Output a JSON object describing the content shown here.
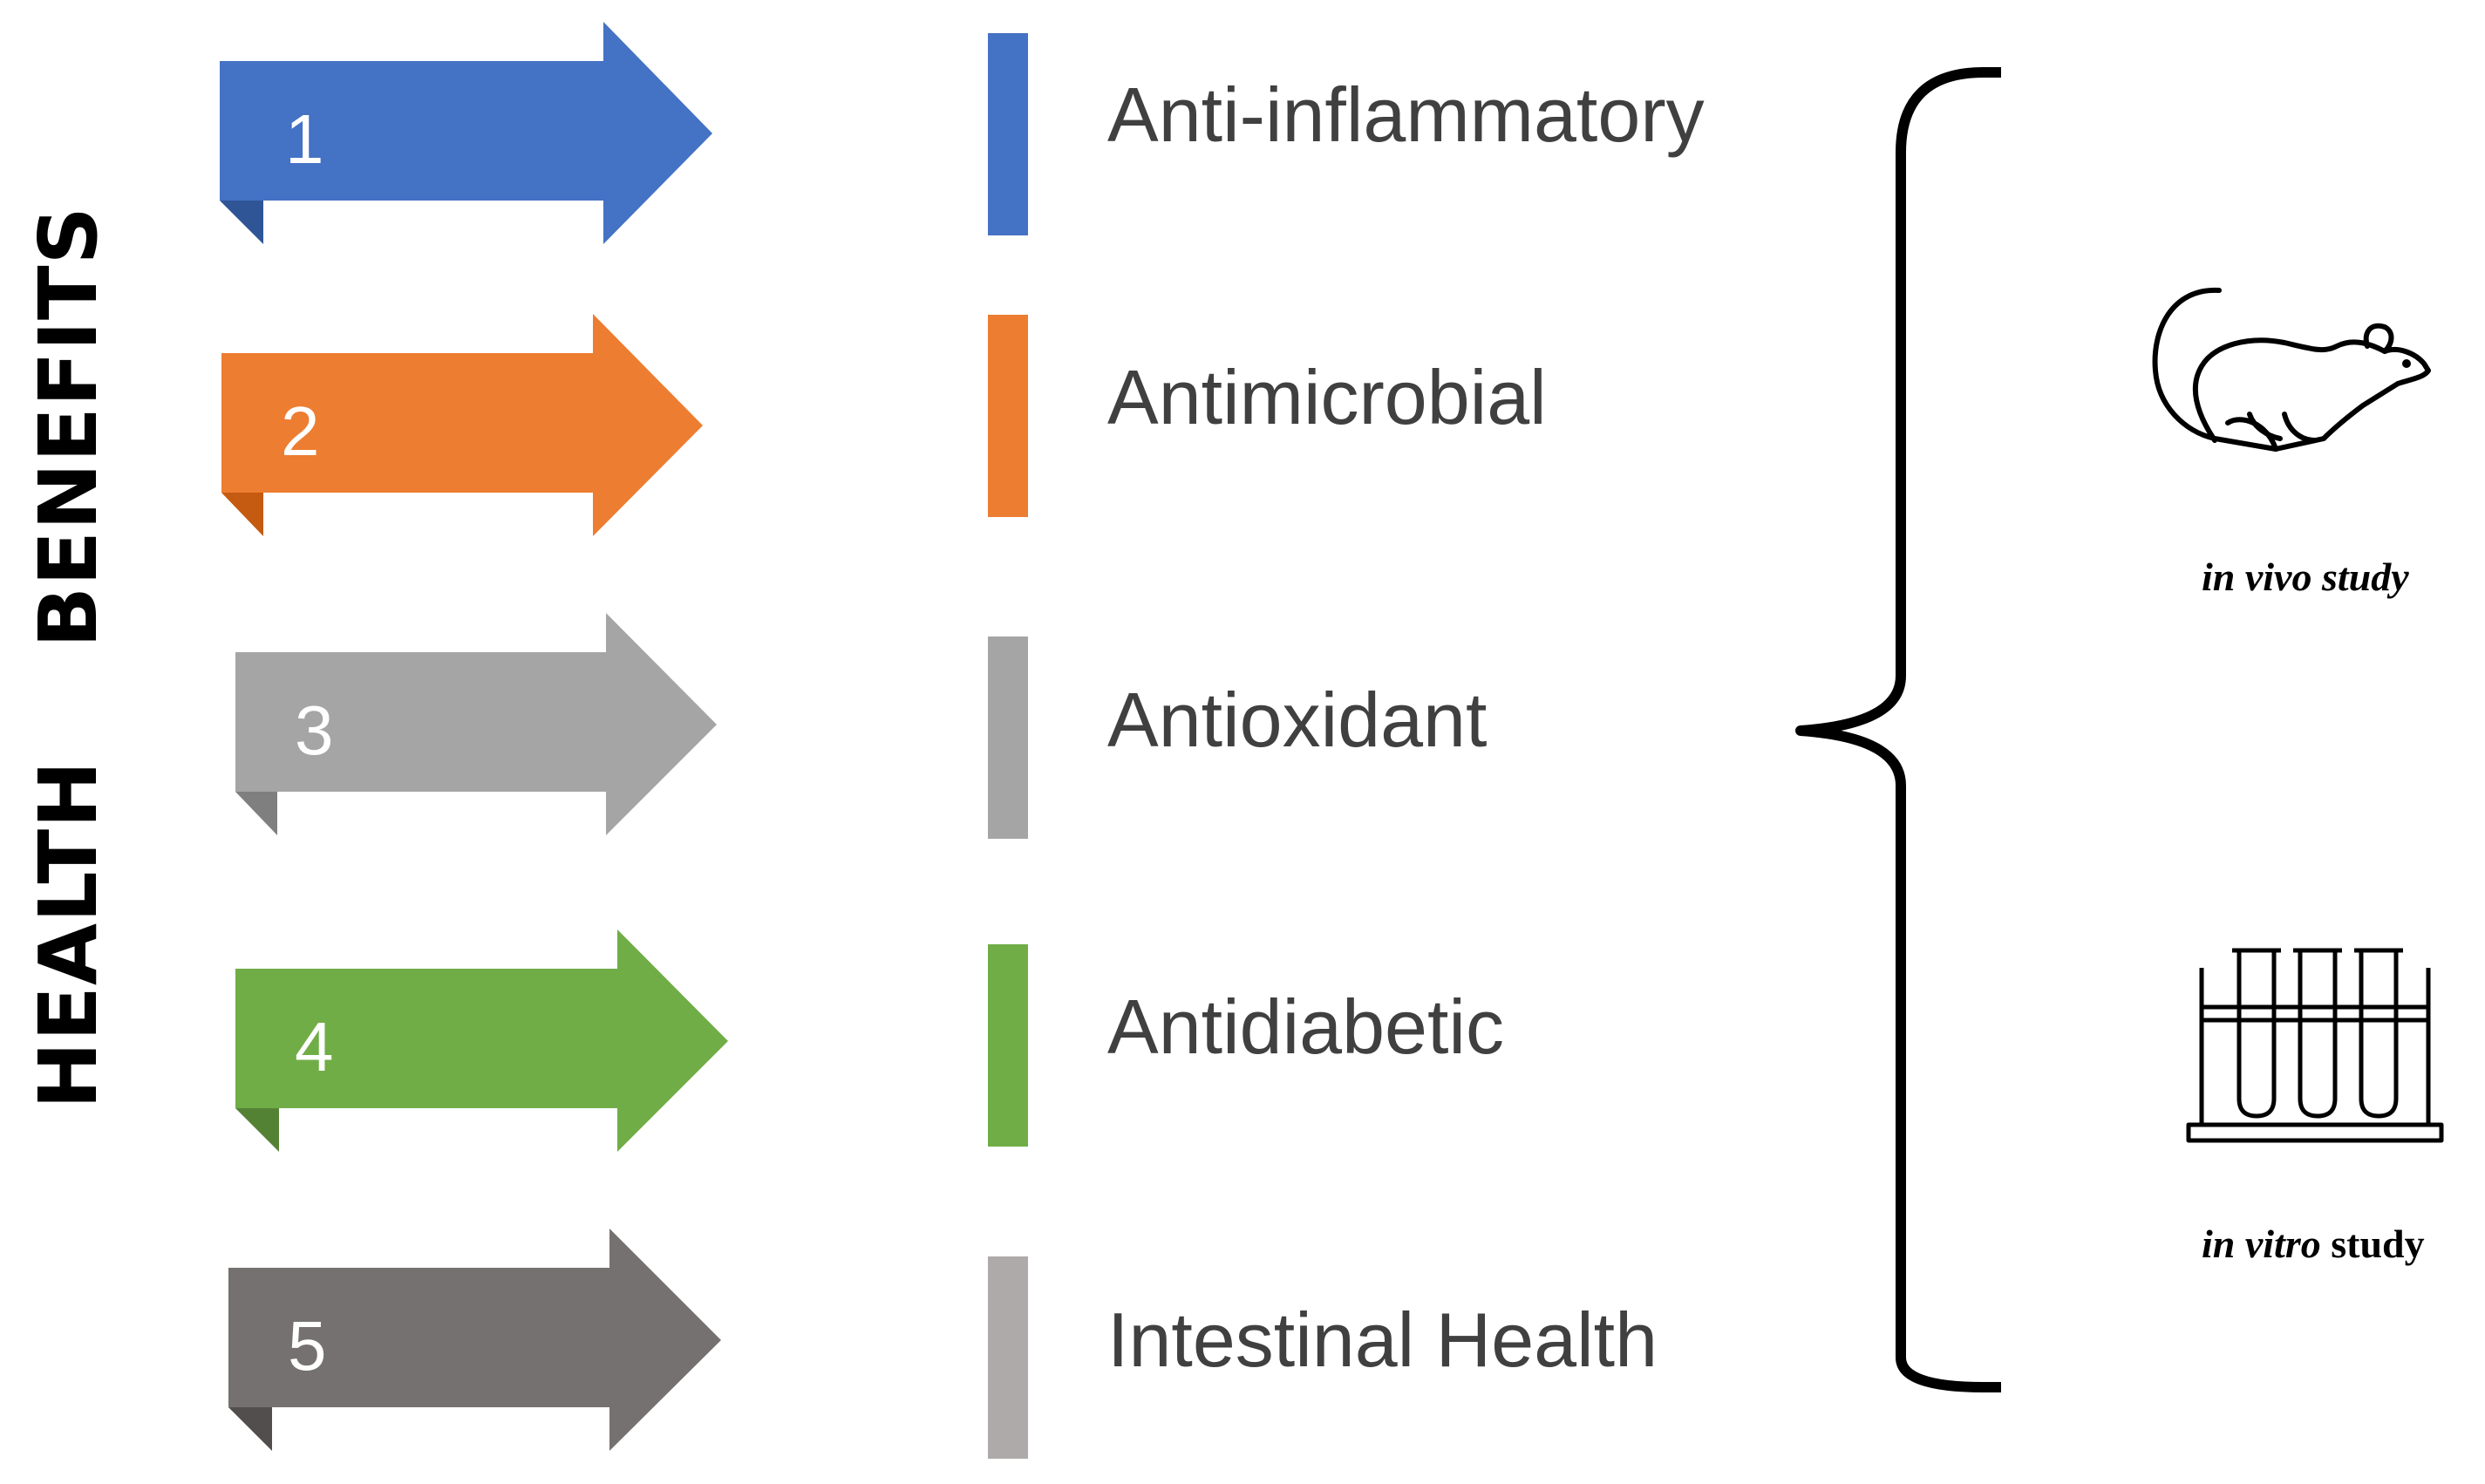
{
  "title_words": [
    "HEALTH",
    "BENEFITS"
  ],
  "benefits": [
    {
      "number": "1",
      "label": "Anti-inflammatory",
      "color": "#4472C4",
      "fold_color": "#2F5597"
    },
    {
      "number": "2",
      "label": "Antimicrobial",
      "color": "#ED7D31",
      "fold_color": "#C55A11"
    },
    {
      "number": "3",
      "label": "Antioxidant",
      "color": "#A5A5A5",
      "fold_color": "#7F7F7F"
    },
    {
      "number": "4",
      "label": "Antidiabetic",
      "color": "#70AD47",
      "fold_color": "#548235"
    },
    {
      "number": "5",
      "label": "Intestinal Health",
      "color": "#767171",
      "fold_color": "#524E4E"
    }
  ],
  "bar_colors": [
    "#4472C4",
    "#ED7D31",
    "#A5A5A5",
    "#70AD47",
    "#AEAAAA"
  ],
  "studies": {
    "in_vivo": {
      "italic": "in vivo",
      "rest": " study",
      "icon": "mouse-icon"
    },
    "in_vitro": {
      "italic": "in vitro",
      "rest": " study",
      "icon": "test-tubes-icon"
    }
  }
}
